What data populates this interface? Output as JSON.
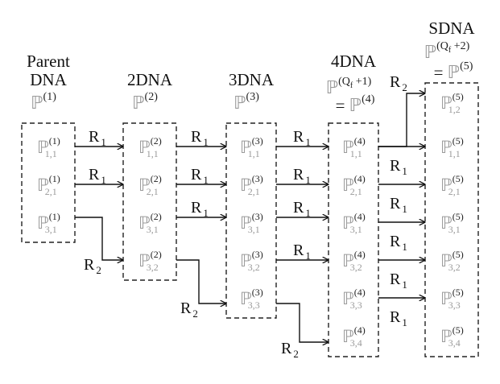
{
  "generations": [
    {
      "title": [
        "Parent",
        "DNA"
      ],
      "set": {
        "letter": "ℙ",
        "sup": "(1)"
      },
      "equals": null,
      "elements": [
        {
          "letter": "ℙ",
          "sup": "(1)",
          "sub": "1,1"
        },
        {
          "letter": "ℙ",
          "sup": "(1)",
          "sub": "2,1"
        },
        {
          "letter": "ℙ",
          "sup": "(1)",
          "sub": "3,1"
        }
      ]
    },
    {
      "title": [
        "2DNA"
      ],
      "set": {
        "letter": "ℙ",
        "sup": "(2)"
      },
      "equals": null,
      "elements": [
        {
          "letter": "ℙ",
          "sup": "(2)",
          "sub": "1,1"
        },
        {
          "letter": "ℙ",
          "sup": "(2)",
          "sub": "2,1"
        },
        {
          "letter": "ℙ",
          "sup": "(2)",
          "sub": "3,1"
        },
        {
          "letter": "ℙ",
          "sup": "(2)",
          "sub": "3,2"
        }
      ]
    },
    {
      "title": [
        "3DNA"
      ],
      "set": {
        "letter": "ℙ",
        "sup": "(3)"
      },
      "equals": null,
      "elements": [
        {
          "letter": "ℙ",
          "sup": "(3)",
          "sub": "1,1"
        },
        {
          "letter": "ℙ",
          "sup": "(3)",
          "sub": "2,1"
        },
        {
          "letter": "ℙ",
          "sup": "(3)",
          "sub": "3,1"
        },
        {
          "letter": "ℙ",
          "sup": "(3)",
          "sub": "3,2"
        },
        {
          "letter": "ℙ",
          "sup": "(3)",
          "sub": "3,3"
        }
      ]
    },
    {
      "title": [
        "4DNA"
      ],
      "set": {
        "letter": "ℙ",
        "sup": "(Qf +1)"
      },
      "equals": {
        "symbol": "=",
        "letter": "ℙ",
        "sup": "(4)"
      },
      "elements": [
        {
          "letter": "ℙ",
          "sup": "(4)",
          "sub": "1,1"
        },
        {
          "letter": "ℙ",
          "sup": "(4)",
          "sub": "2,1"
        },
        {
          "letter": "ℙ",
          "sup": "(4)",
          "sub": "3,1"
        },
        {
          "letter": "ℙ",
          "sup": "(4)",
          "sub": "3,2"
        },
        {
          "letter": "ℙ",
          "sup": "(4)",
          "sub": "3,3"
        },
        {
          "letter": "ℙ",
          "sup": "(4)",
          "sub": "3,4"
        }
      ]
    },
    {
      "title": [
        "SDNA"
      ],
      "set": {
        "letter": "ℙ",
        "sup": "(Qf +2)"
      },
      "equals": {
        "symbol": "=",
        "letter": "ℙ",
        "sup": "(5)"
      },
      "elements": [
        {
          "letter": "ℙ",
          "sup": "(5)",
          "sub": "1,2"
        },
        {
          "letter": "ℙ",
          "sup": "(5)",
          "sub": "1,1"
        },
        {
          "letter": "ℙ",
          "sup": "(5)",
          "sub": "2,1"
        },
        {
          "letter": "ℙ",
          "sup": "(5)",
          "sub": "3,1"
        },
        {
          "letter": "ℙ",
          "sup": "(5)",
          "sub": "3,2"
        },
        {
          "letter": "ℙ",
          "sup": "(5)",
          "sub": "3,3"
        },
        {
          "letter": "ℙ",
          "sup": "(5)",
          "sub": "3,4"
        }
      ]
    }
  ],
  "arrows": [
    {
      "label": "R",
      "sub": "1"
    },
    {
      "label": "R",
      "sub": "1"
    },
    {
      "label": "R",
      "sub": "2"
    },
    {
      "label": "R",
      "sub": "1"
    },
    {
      "label": "R",
      "sub": "1"
    },
    {
      "label": "R",
      "sub": "1"
    },
    {
      "label": "R",
      "sub": "2"
    },
    {
      "label": "R",
      "sub": "1"
    },
    {
      "label": "R",
      "sub": "1"
    },
    {
      "label": "R",
      "sub": "1"
    },
    {
      "label": "R",
      "sub": "1"
    },
    {
      "label": "R",
      "sub": "2"
    },
    {
      "label": "R",
      "sub": "2"
    },
    {
      "label": "R",
      "sub": "1"
    },
    {
      "label": "R",
      "sub": "1"
    },
    {
      "label": "R",
      "sub": "1"
    },
    {
      "label": "R",
      "sub": "1"
    },
    {
      "label": "R",
      "sub": "1"
    }
  ]
}
